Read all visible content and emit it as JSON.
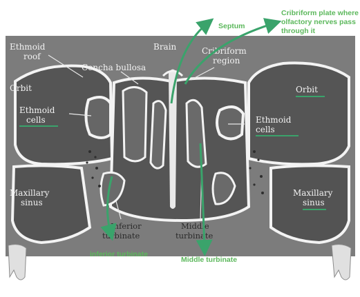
{
  "colors": {
    "annotation_green": "#3aa36b",
    "annotation_text": "#5cb85c",
    "panel_gray": "#7c7c7c",
    "cavity_dark": "#525252",
    "bone_white": "#f3f3f3"
  },
  "base_labels": {
    "ethmoid_roof_line1": "Ethmoid",
    "ethmoid_roof_line2": "roof",
    "concha_bullosa": "Concha bullosa",
    "brain": "Brain",
    "cribriform_region_line1": "Cribriform",
    "cribriform_region_line2": "region",
    "orbit_left": "Orbit",
    "orbit_right": "Orbit",
    "ethmoid_cells_left_line1": "Ethmoid",
    "ethmoid_cells_left_line2": "cells",
    "ethmoid_cells_right_line1": "Ethmoid",
    "ethmoid_cells_right_line2": "cells",
    "maxillary_left_line1": "Maxillary",
    "maxillary_left_line2": "sinus",
    "maxillary_right_line1": "Maxillary",
    "maxillary_right_line2": "sinus",
    "inferior_turbinate_line1": "Inferior",
    "inferior_turbinate_line2": "turbinate",
    "middle_turbinate_line1": "Middle",
    "middle_turbinate_line2": "turbinate"
  },
  "annotations": {
    "septum": "Septum",
    "cribriform_plate_line1": "Cribriform plate where",
    "cribriform_plate_line2": "olfactory nerves pass",
    "cribriform_plate_line3": "through it",
    "inferior_turbinate": "inferior turbinate",
    "middle_turbinate": "Middle turbinate"
  }
}
